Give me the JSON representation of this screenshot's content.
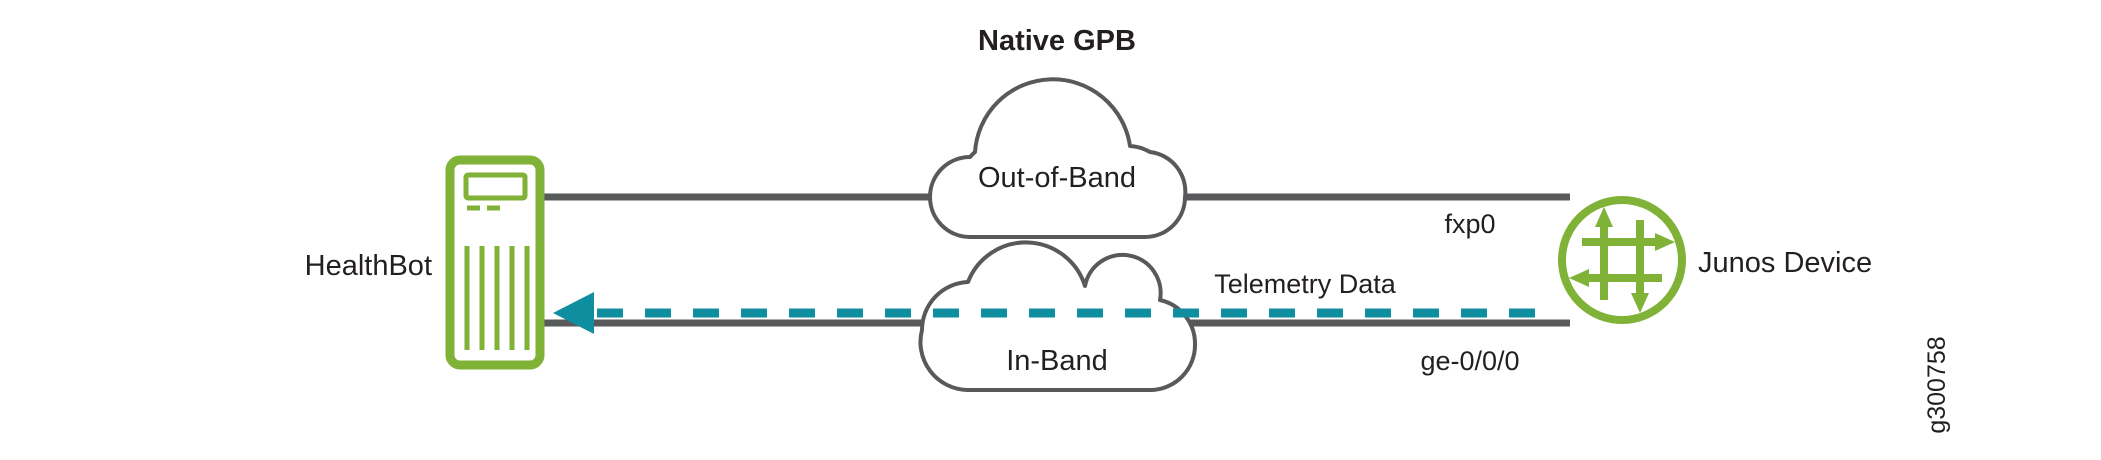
{
  "diagram": {
    "title": "Native GPB",
    "figure_id": "g300758",
    "colors": {
      "green": "#7FB236",
      "gray_line": "#58595b",
      "cloud_stroke": "#58595b",
      "teal": "#0e8e9f",
      "text": "#231f20",
      "background": "#ffffff"
    },
    "nodes": [
      {
        "id": "healthbot",
        "type": "server",
        "label": "HealthBot"
      },
      {
        "id": "junos-device",
        "type": "router",
        "label": "Junos Device"
      }
    ],
    "clouds": [
      {
        "id": "out-of-band",
        "label": "Out-of-Band"
      },
      {
        "id": "in-band",
        "label": "In-Band"
      }
    ],
    "links": [
      {
        "id": "oob-link",
        "style": "solid",
        "color": "#58595b",
        "interface_label": "fxp0"
      },
      {
        "id": "inband-link",
        "style": "solid",
        "color": "#58595b",
        "interface_label": "ge-0/0/0"
      },
      {
        "id": "telemetry-flow",
        "style": "dashed",
        "color": "#0e8e9f",
        "label": "Telemetry Data",
        "direction": "right-to-left"
      }
    ]
  }
}
